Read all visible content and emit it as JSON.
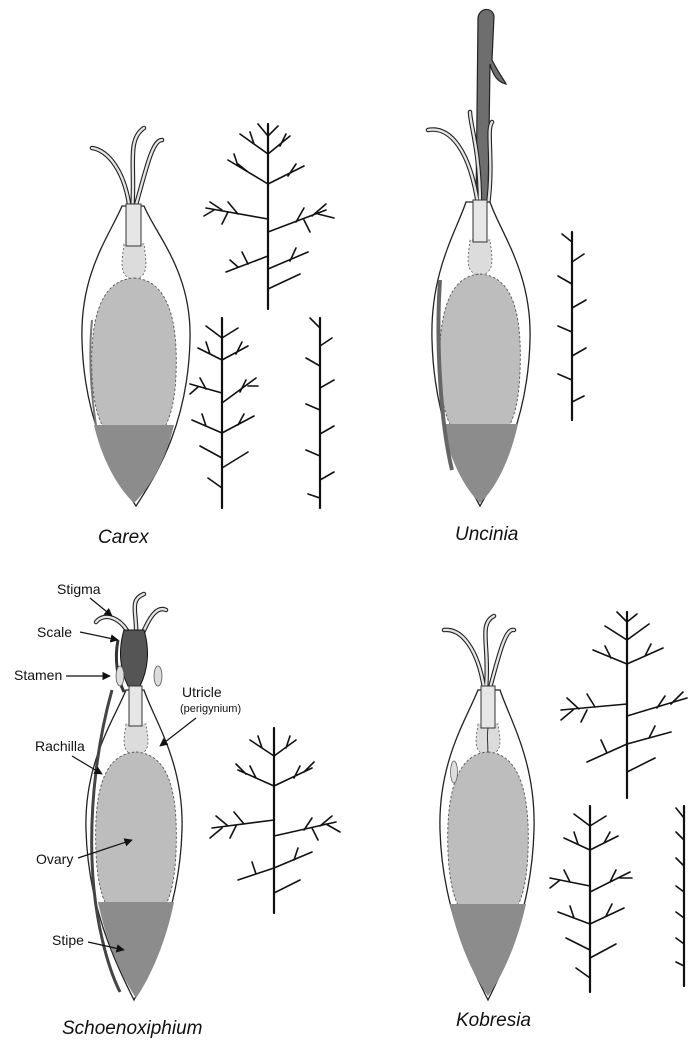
{
  "genera": {
    "carex": "Carex",
    "uncinia": "Uncinia",
    "schoenoxiphium": "Schoenoxiphium",
    "kobresia": "Kobresia"
  },
  "labels": {
    "stigma": "Stigma",
    "scale": "Scale",
    "stamen": "Stamen",
    "utricle": "Utricle",
    "perigynium": "(perigynium)",
    "rachilla": "Rachilla",
    "ovary": "Ovary",
    "stipe": "Stipe"
  },
  "colors": {
    "ovary_fill": "#bdbdbd",
    "stipe_fill": "#8c8c8c",
    "line": "#111111"
  }
}
